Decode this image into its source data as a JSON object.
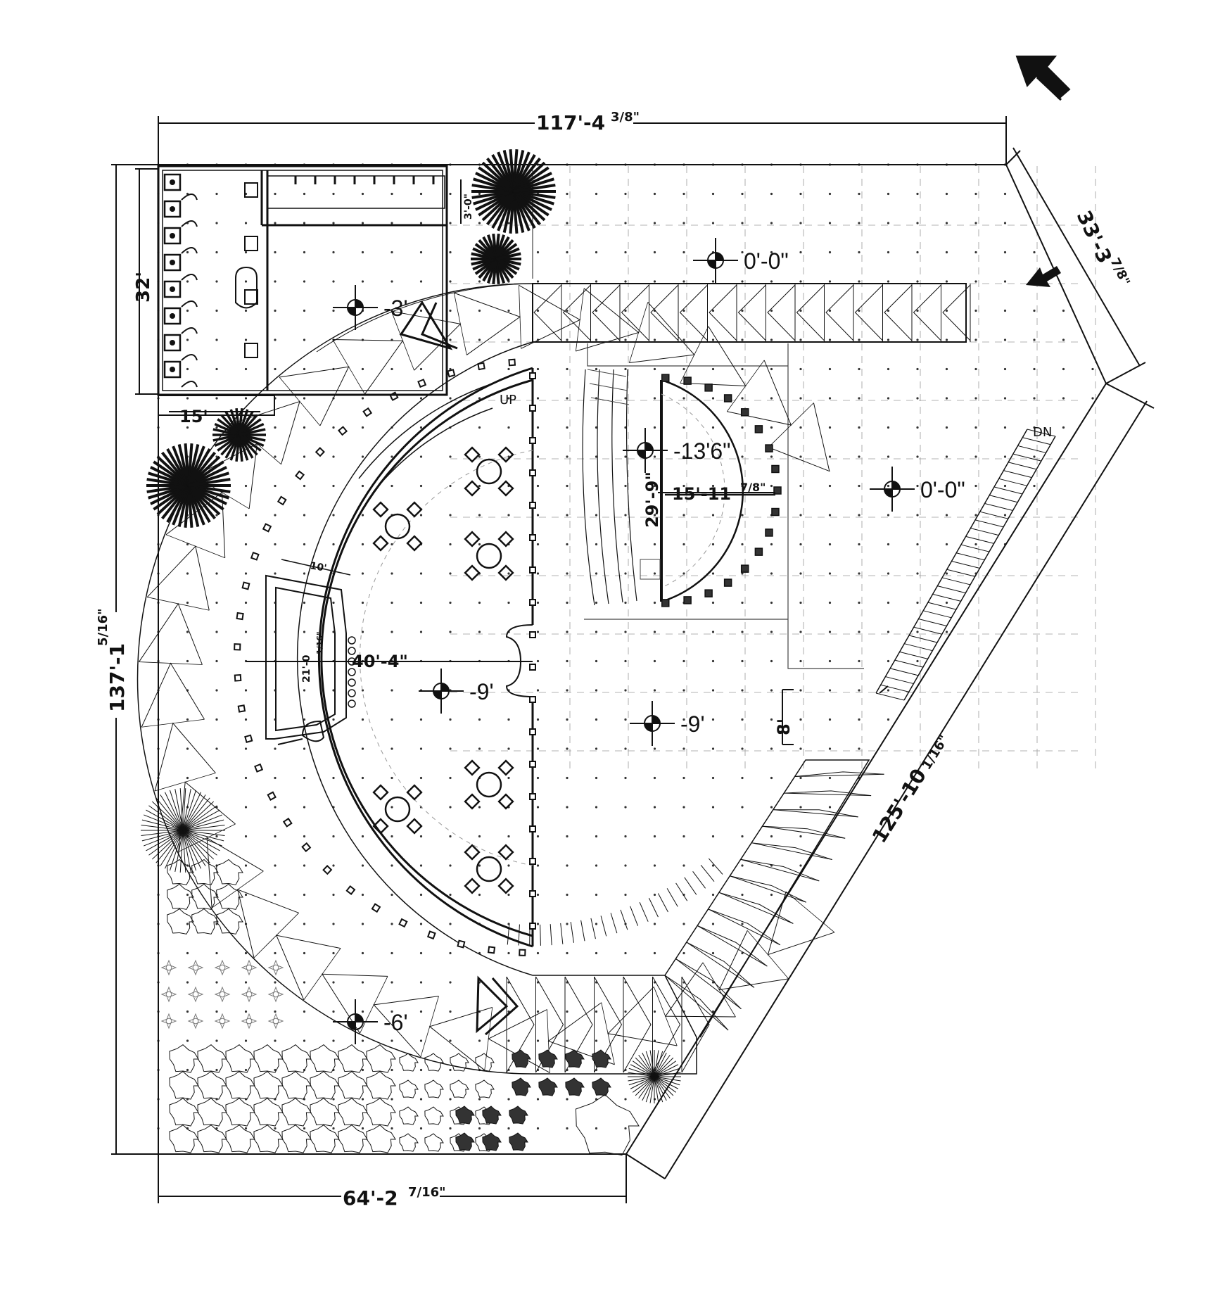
{
  "plan": {
    "line_color": "#111111",
    "grid_color": "#9a9a9a",
    "background": "#ffffff"
  },
  "dimensions": {
    "top_width": "117'-4",
    "top_width_frac": "3/8\"",
    "left_height": "137'-1",
    "left_height_frac": "5/16\"",
    "bottom_width": "64'-2",
    "bottom_width_frac": "7/16\"",
    "diagonal_long": "125'-10",
    "diagonal_long_frac": "1/16\"",
    "diagonal_short": "33'-3",
    "diagonal_short_frac": "7/8\"",
    "toilet_height": "32'",
    "toilet_width": "15'",
    "small_gap": "3'-0\"",
    "semicircle_radius": "40'-4\"",
    "stage_depth": "15'-11",
    "stage_depth_frac": "7/8\"",
    "stage_width": "29'-9\"",
    "bar_width": "10'",
    "bar_length": "21'-0",
    "bar_length_frac": "1/16\"",
    "step_gap": "8'"
  },
  "levels": [
    {
      "id": "level-top-terrace",
      "label": "0'-0\""
    },
    {
      "id": "level-right-terrace",
      "label": "0'-0\""
    },
    {
      "id": "level-upper-walk",
      "label": "-3'"
    },
    {
      "id": "level-stage",
      "label": "-13'6\""
    },
    {
      "id": "level-dining",
      "label": "-9'"
    },
    {
      "id": "level-courtyard",
      "label": "-9'"
    },
    {
      "id": "level-lower-walk",
      "label": "-6'"
    }
  ],
  "stairs": {
    "up_label": "UP",
    "down_label": "DN"
  },
  "icons": {
    "north": "north-arrow-icon",
    "entry": "entry-arrow-icon"
  }
}
